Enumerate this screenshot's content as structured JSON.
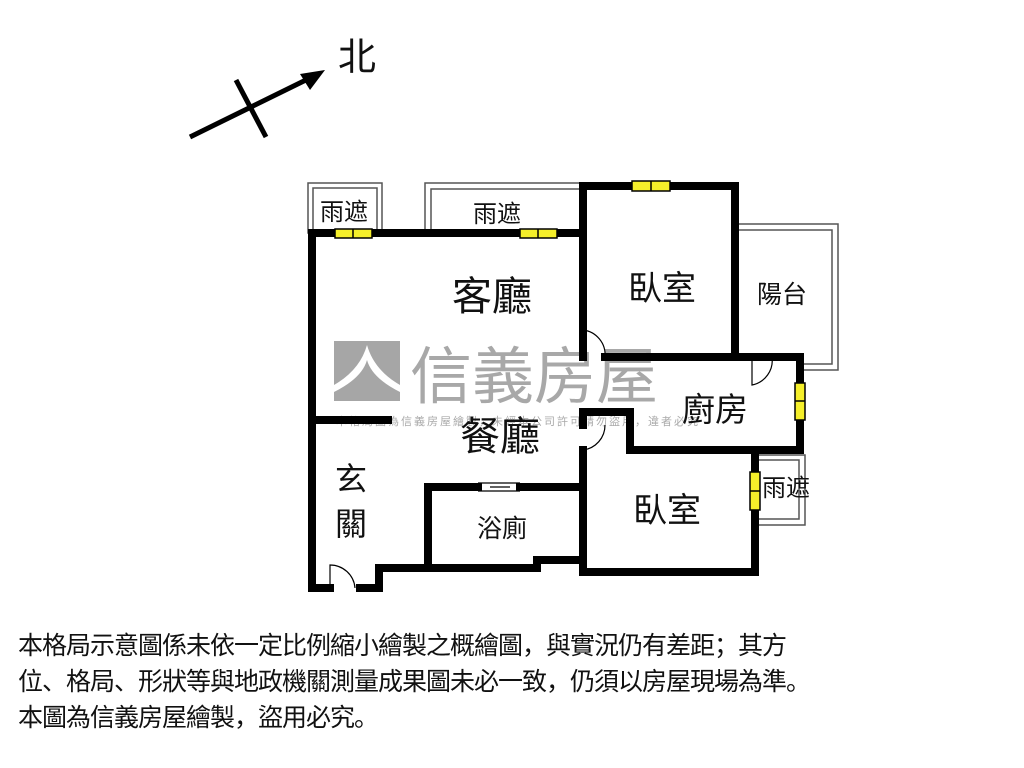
{
  "compass": {
    "label": "北",
    "direction": "north"
  },
  "rooms": {
    "canopy_1": "雨遮",
    "canopy_2": "雨遮",
    "canopy_3": "雨遮",
    "living_room": "客廳",
    "bedroom_1": "臥室",
    "balcony": "陽台",
    "kitchen": "廚房",
    "dining_room": "餐廳",
    "entrance": [
      "玄",
      "關"
    ],
    "bathroom": "浴廁",
    "bedroom_2": "臥室"
  },
  "watermark": {
    "brand": "信義房屋",
    "subtext": "本格局圖為信義房屋繪製，未經本公司許可請勿盜用，違者必究"
  },
  "notice": [
    "本格局示意圖係未依一定比例縮小繪製之概繪圖，與實況仍有差距；其方",
    "位、格局、形狀等與地政機關測量成果圖未必一致，仍須以房屋現場為準。",
    "本圖為信義房屋繪製，盜用必究。"
  ],
  "colors": {
    "wall": "#000000",
    "window": "#f5ef2a",
    "watermark": "#9a9a9a"
  }
}
